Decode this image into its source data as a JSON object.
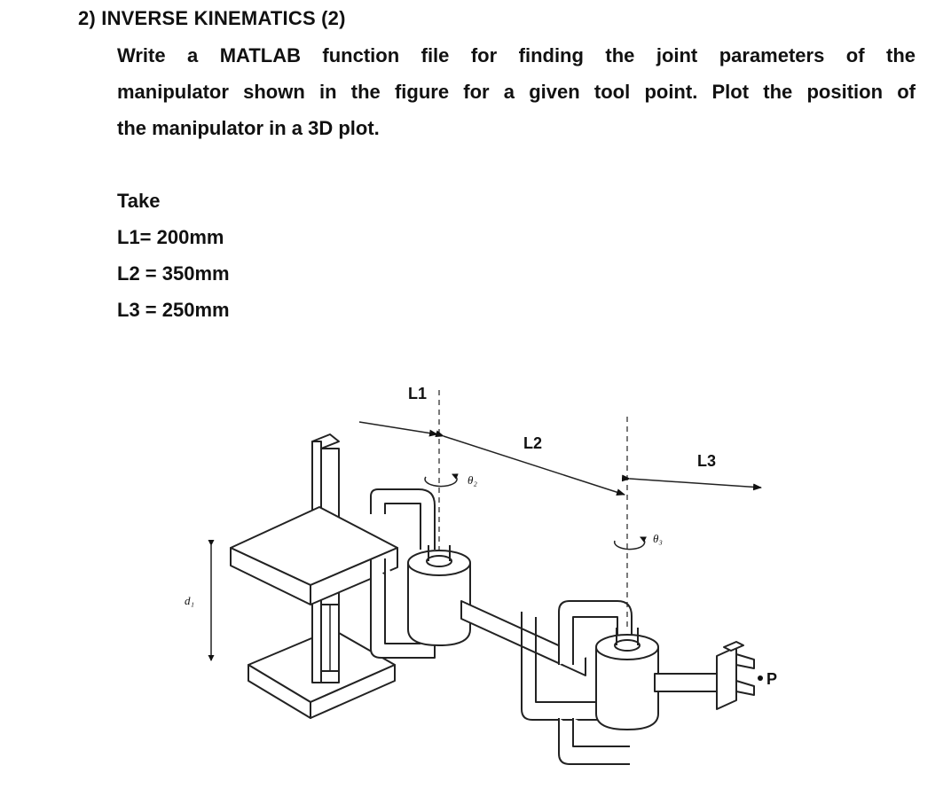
{
  "question": {
    "heading": "2) INVERSE KINEMATICS (2)",
    "line1": "Write a MATLAB function file for finding the joint parameters of the",
    "line2": "manipulator shown in the figure for a given tool point. Plot the position of",
    "line3": "the manipulator in a 3D plot."
  },
  "given": {
    "take": "Take",
    "l1": "L1= 200mm",
    "l2": "L2 = 350mm",
    "l3": "L3 = 250mm"
  },
  "figure": {
    "label_l1": "L1",
    "label_l2": "L2",
    "label_l3": "L3",
    "label_d1": "d₁",
    "label_theta2": "θ₂",
    "label_theta3": "θ₃",
    "label_p": "P"
  }
}
